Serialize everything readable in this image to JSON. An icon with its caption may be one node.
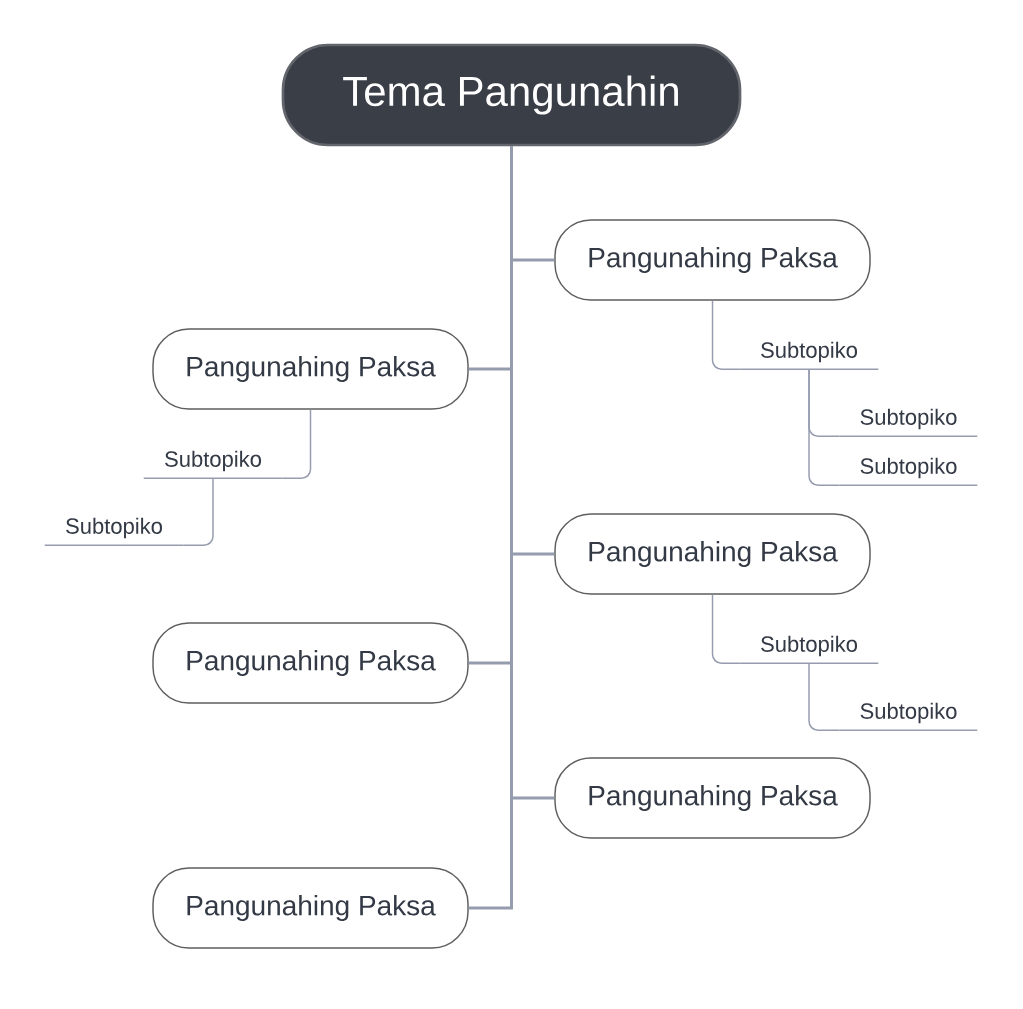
{
  "diagram": {
    "nodes": [
      {
        "text": [
          "Tema Pangunahin"
        ]
      },
      {
        "text": [
          "Pangunahing Paksa"
        ]
      },
      {
        "text": [
          "Subtopiko"
        ]
      },
      {
        "text": [
          "Subtopiko"
        ]
      },
      {
        "text": [
          "Subtopiko"
        ]
      },
      {
        "text": [
          "Pangunahing Paksa"
        ]
      },
      {
        "text": [
          "Subtopiko"
        ]
      },
      {
        "text": [
          "Subtopiko"
        ]
      },
      {
        "text": [
          "Pangunahing Paksa"
        ]
      },
      {
        "text": [
          "Subtopiko"
        ]
      },
      {
        "text": [
          "Subtopiko"
        ]
      },
      {
        "text": [
          "Pangunahing Paksa"
        ]
      },
      {
        "text": [
          "Pangunahing Paksa"
        ]
      },
      {
        "text": [
          "Pangunahing Paksa"
        ]
      }
    ],
    "edges": [
      {
        "from": 0,
        "to": 1,
        "arrow": "none"
      },
      {
        "from": 1,
        "to": 2,
        "arrow": "none"
      },
      {
        "from": 2,
        "to": 3,
        "arrow": "none"
      },
      {
        "from": 2,
        "to": 4,
        "arrow": "none"
      },
      {
        "from": 0,
        "to": 5,
        "arrow": "none"
      },
      {
        "from": 5,
        "to": 6,
        "arrow": "none"
      },
      {
        "from": 6,
        "to": 7,
        "arrow": "none"
      },
      {
        "from": 0,
        "to": 8,
        "arrow": "none"
      },
      {
        "from": 8,
        "to": 9,
        "arrow": "none"
      },
      {
        "from": 9,
        "to": 10,
        "arrow": "none"
      },
      {
        "from": 0,
        "to": 11,
        "arrow": "none"
      },
      {
        "from": 0,
        "to": 12,
        "arrow": "none"
      },
      {
        "from": 0,
        "to": 13,
        "arrow": "none"
      }
    ]
  }
}
